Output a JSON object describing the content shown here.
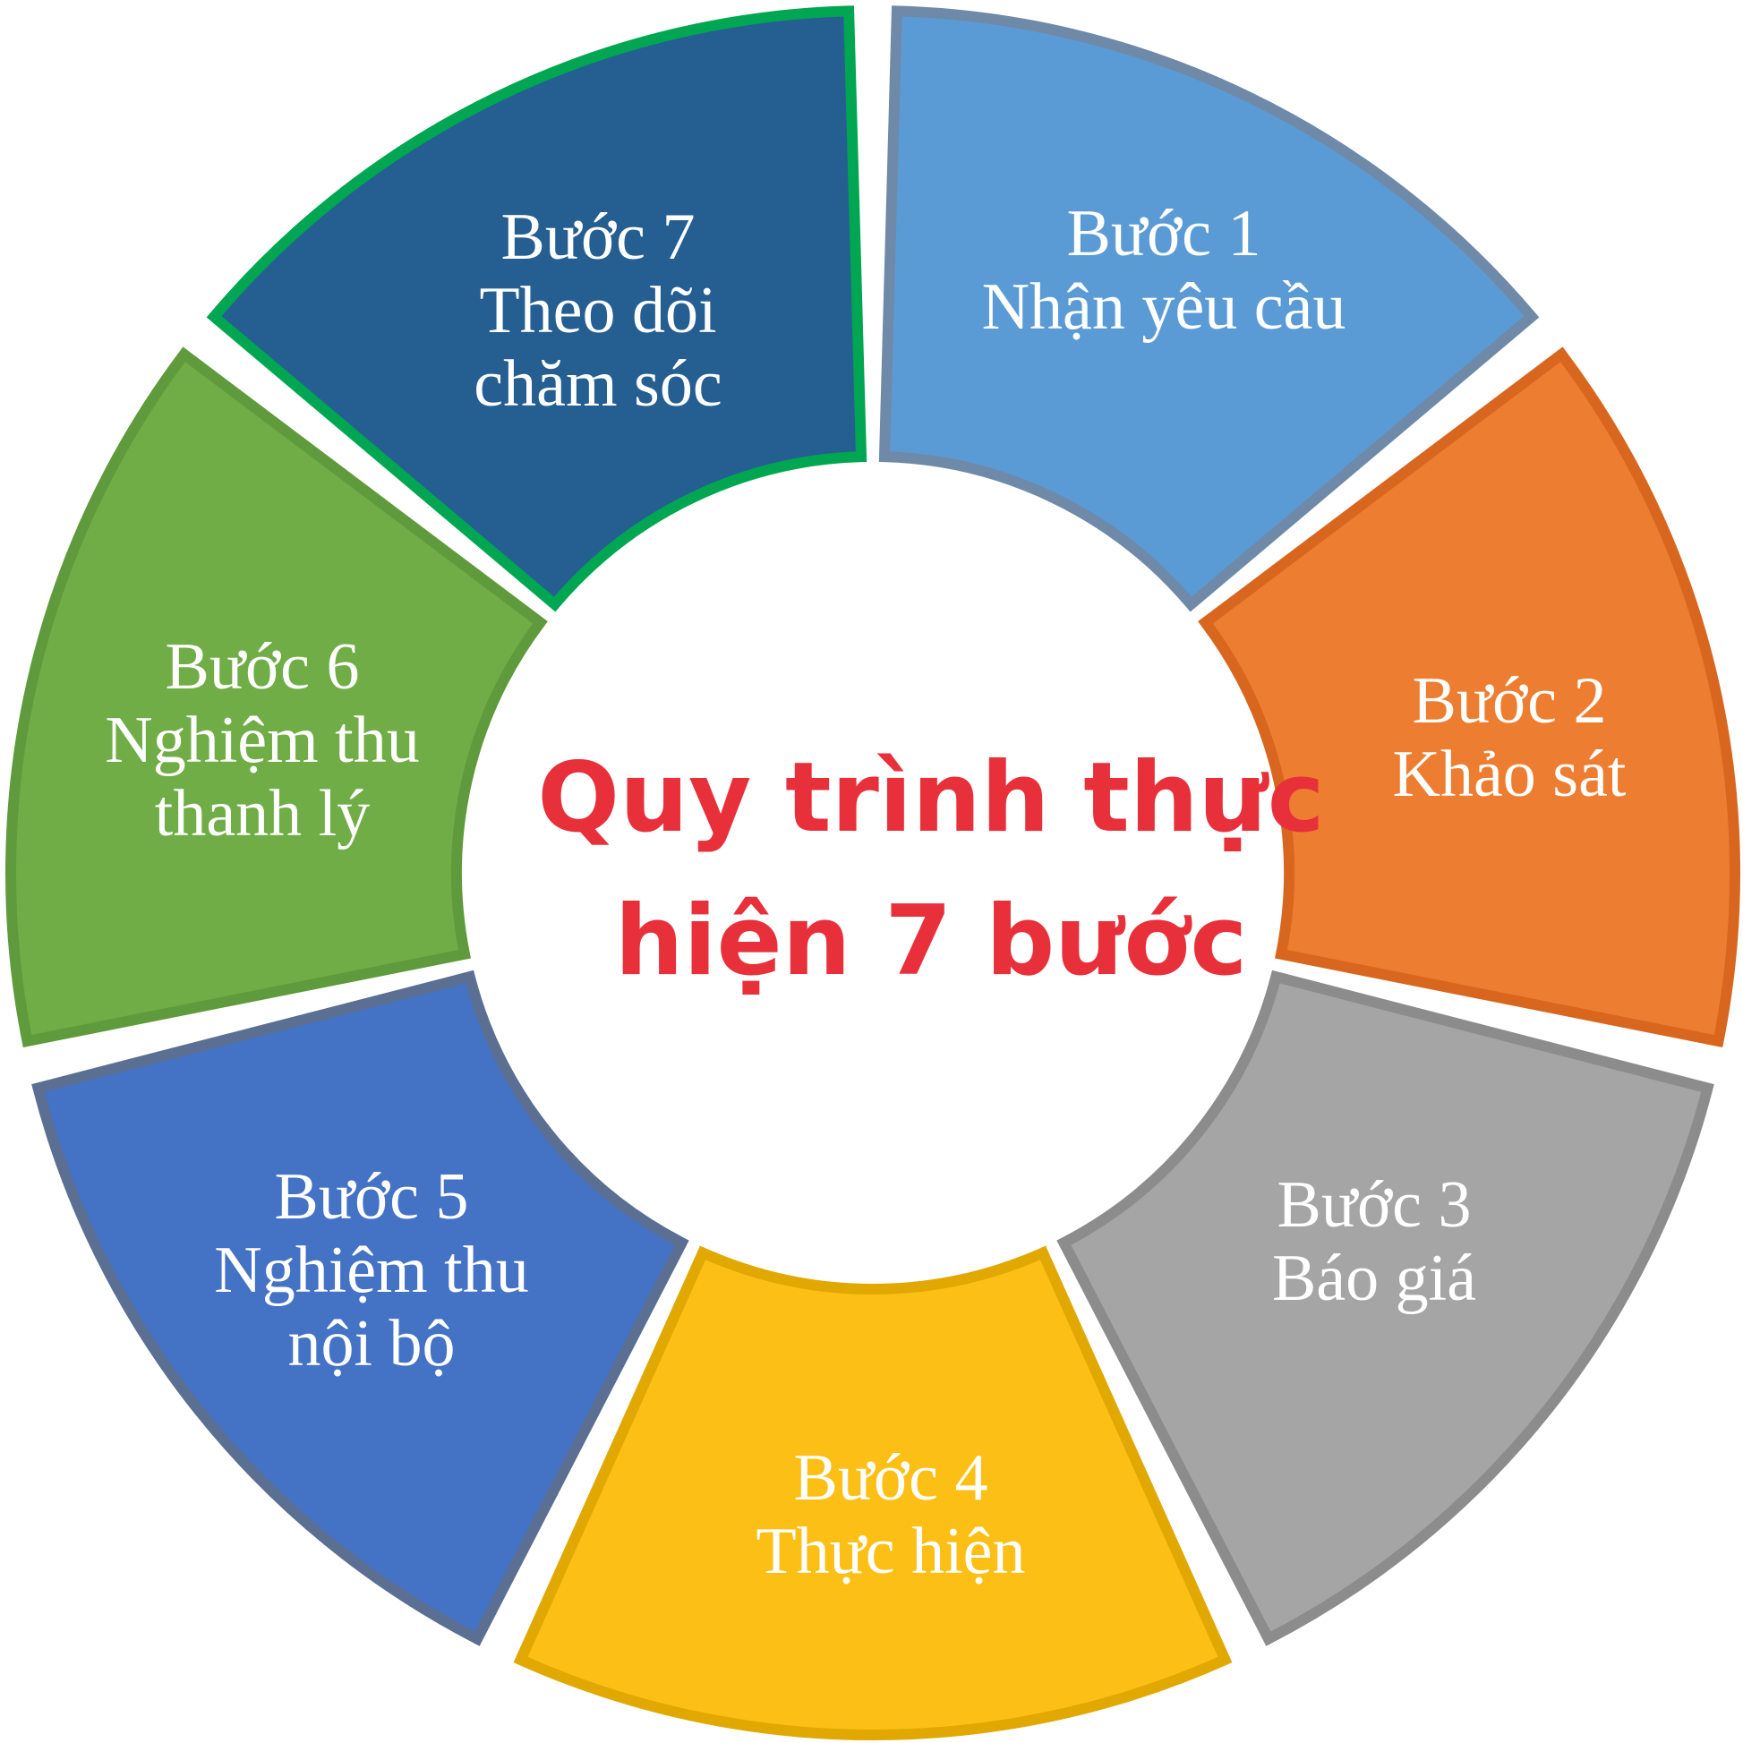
{
  "center": {
    "lines": [
      "Quy trình thực",
      "hiện 7 bước"
    ],
    "color": "#e8303a"
  },
  "steps": [
    {
      "lines": [
        "Bước 1",
        "Nhận yêu cầu"
      ],
      "fill": "#5b9bd5",
      "stroke": "#6f89a8"
    },
    {
      "lines": [
        "Bước 2",
        "Khảo sát"
      ],
      "fill": "#ed7d31",
      "stroke": "#d9661f"
    },
    {
      "lines": [
        "Bước 3",
        "Báo giá"
      ],
      "fill": "#a5a5a5",
      "stroke": "#8c8c8c"
    },
    {
      "lines": [
        "Bước 4",
        "Thực hiện"
      ],
      "fill": "#fcbf16",
      "stroke": "#e0a800"
    },
    {
      "lines": [
        "Bước 5",
        "Nghiệm thu",
        "nội bộ"
      ],
      "fill": "#4472c4",
      "stroke": "#5b6f93"
    },
    {
      "lines": [
        "Bước 6",
        "Nghiệm thu",
        "thanh lý"
      ],
      "fill": "#70ad47",
      "stroke": "#5f9a3c"
    },
    {
      "lines": [
        "Bước 7",
        "Theo dõi",
        "chăm sóc"
      ],
      "fill": "#255e91",
      "stroke": "#00a651"
    }
  ]
}
